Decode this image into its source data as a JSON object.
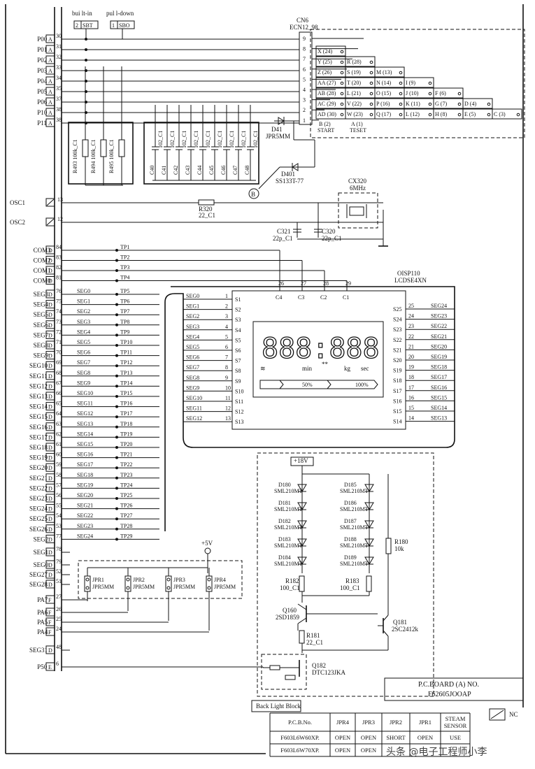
{
  "top_labels": {
    "builtin": "bui lt-in",
    "pulldown": "pul l-down",
    "sbt_num": "2",
    "sbt": "SBT",
    "sbo_num": "1",
    "sbo": "SBO"
  },
  "connector": {
    "name": "CN6",
    "part": "ECN12_98",
    "pins": [
      "9",
      "8",
      "7",
      "6",
      "5",
      "4",
      "3",
      "2",
      "1"
    ]
  },
  "keys": [
    [
      "X (24)"
    ],
    [
      "Y (25)",
      "R (28)"
    ],
    [
      "Z (26)",
      "S (19)",
      "M (13)"
    ],
    [
      "AA (27)",
      "T (20)",
      "N (14)",
      "I (9)"
    ],
    [
      "AB (28)",
      "L (21)",
      "O (15)",
      "J (10)",
      "F (6)"
    ],
    [
      "AC (29)",
      "V (22)",
      "P (16)",
      "K (11)",
      "G (7)",
      "D (4)"
    ],
    [
      "AD (30)",
      "W (23)",
      "Q (17)",
      "L (12)",
      "H (8)",
      "E (5)",
      "C (3)"
    ]
  ],
  "bottom_keys": [
    {
      "label": "B (2)",
      "name": "START"
    },
    {
      "label": "A (1)",
      "name": "TESET"
    }
  ],
  "p_ports": [
    {
      "name": "P00",
      "type": "A",
      "pin": "30"
    },
    {
      "name": "P01",
      "type": "A",
      "pin": "31"
    },
    {
      "name": "P02",
      "type": "A",
      "pin": "32"
    },
    {
      "name": "P03",
      "type": "A",
      "pin": "33"
    },
    {
      "name": "P04",
      "type": "A",
      "pin": "34"
    },
    {
      "name": "P05",
      "type": "A",
      "pin": "35"
    },
    {
      "name": "P06",
      "type": "A",
      "pin": "37"
    },
    {
      "name": "P10",
      "type": "A",
      "pin": "38"
    },
    {
      "name": "P11",
      "type": "A",
      "pin": "38"
    }
  ],
  "resistors_r49": [
    "R493 100k_C1",
    "R494 100k_C1",
    "R495 100k_C1"
  ],
  "caps": [
    "C40",
    "C41",
    "C42",
    "C43",
    "C44",
    "C45",
    "C46",
    "C47",
    "C48"
  ],
  "cap_value": "102_C1",
  "d41": {
    "name": "D41",
    "part": "JPR5MM"
  },
  "d401": {
    "name": "D401",
    "part": "SS133T-77"
  },
  "node_b": "B",
  "osc": [
    {
      "name": "OSC1",
      "pin": "13"
    },
    {
      "name": "OSC2",
      "pin": "12"
    }
  ],
  "r320": {
    "name": "R320",
    "value": "22_C1"
  },
  "cx320": {
    "name": "CX320",
    "value": "6MHz"
  },
  "c321": {
    "name": "C321",
    "value": "22p_C1"
  },
  "c320": {
    "name": "C320",
    "value": "22p_C1"
  },
  "com": [
    {
      "name": "COM3",
      "type": "D",
      "pin": "84",
      "tp": "TP1"
    },
    {
      "name": "COM2",
      "type": "D",
      "pin": "83",
      "tp": "TP2"
    },
    {
      "name": "COM1",
      "type": "D",
      "pin": "82",
      "tp": "TP3"
    },
    {
      "name": "COM0",
      "type": "D",
      "pin": "81",
      "tp": "TP4"
    }
  ],
  "lcd": {
    "name": "OISP110",
    "part": "LCDSE4XN",
    "c_pins": [
      {
        "pin": "26",
        "label": "C4"
      },
      {
        "pin": "27",
        "label": "C3"
      },
      {
        "pin": "28",
        "label": "C2"
      },
      {
        "pin": "29",
        "label": "C1"
      }
    ],
    "digits": "888:888",
    "icons": [
      "min",
      "kg",
      "sec"
    ],
    "bar": [
      "50%",
      "100%"
    ]
  },
  "seg_rows": [
    {
      "ext": "SEG3",
      "pin": "76",
      "seg": "SEG0",
      "tp": "TP5"
    },
    {
      "ext": "SEG4",
      "pin": "75",
      "seg": "SEG1",
      "tp": "TP6"
    },
    {
      "ext": "SEG5",
      "pin": "74",
      "seg": "SEG2",
      "tp": "TP7"
    },
    {
      "ext": "SEG6",
      "pin": "73",
      "seg": "SEG3",
      "tp": "TP8"
    },
    {
      "ext": "SEG7",
      "pin": "72",
      "seg": "SEG4",
      "tp": "TP9"
    },
    {
      "ext": "SEG8",
      "pin": "71",
      "seg": "SEG5",
      "tp": "TP10"
    },
    {
      "ext": "SEG9",
      "pin": "70",
      "seg": "SEG6",
      "tp": "TP11"
    },
    {
      "ext": "SEG10",
      "pin": "69",
      "seg": "SEG7",
      "tp": "TP12"
    },
    {
      "ext": "SEG11",
      "pin": "68",
      "seg": "SEG8",
      "tp": "TP13"
    },
    {
      "ext": "SEG12",
      "pin": "67",
      "seg": "SEG9",
      "tp": "TP14"
    },
    {
      "ext": "SEG13",
      "pin": "66",
      "seg": "SEG10",
      "tp": "TP15"
    },
    {
      "ext": "SEG14",
      "pin": "65",
      "seg": "SEG11",
      "tp": "TP16"
    },
    {
      "ext": "SEG15",
      "pin": "64",
      "seg": "SEG12",
      "tp": "TP17"
    },
    {
      "ext": "SEG16",
      "pin": "63",
      "seg": "SEG13",
      "tp": "TP18"
    },
    {
      "ext": "SEG17",
      "pin": "62",
      "seg": "SEG14",
      "tp": "TP19"
    },
    {
      "ext": "SEG18",
      "pin": "61",
      "seg": "SEG15",
      "tp": "TP20"
    },
    {
      "ext": "SEG19",
      "pin": "60",
      "seg": "SEG16",
      "tp": "TP21"
    },
    {
      "ext": "SEG20",
      "pin": "59",
      "seg": "SEG17",
      "tp": "TP22"
    },
    {
      "ext": "SEG21",
      "pin": "58",
      "seg": "SEG18",
      "tp": "TP23"
    },
    {
      "ext": "SEG22",
      "pin": "57",
      "seg": "SEG19",
      "tp": "TP24"
    },
    {
      "ext": "SEG23",
      "pin": "56",
      "seg": "SEG20",
      "tp": "TP25"
    },
    {
      "ext": "SEG24",
      "pin": "55",
      "seg": "SEG21",
      "tp": "TP26"
    },
    {
      "ext": "SEG25",
      "pin": "54",
      "seg": "SEG22",
      "tp": "TP27"
    },
    {
      "ext": "SEG26",
      "pin": "53",
      "seg": "SEG23",
      "tp": "TP28"
    },
    {
      "ext": "SEG2",
      "pin": "77",
      "seg": "SEG24",
      "tp": "TP29"
    }
  ],
  "lcd_left_pins": [
    {
      "seg": "SEG0",
      "s": "S1",
      "pin": "1"
    },
    {
      "seg": "SEG1",
      "s": "S2",
      "pin": "2"
    },
    {
      "seg": "SEG2",
      "s": "S3",
      "pin": "3"
    },
    {
      "seg": "SEG3",
      "s": "S4",
      "pin": "4"
    },
    {
      "seg": "SEG4",
      "s": "S5",
      "pin": "5"
    },
    {
      "seg": "SEG5",
      "s": "S6",
      "pin": "6"
    },
    {
      "seg": "SEG6",
      "s": "S7",
      "pin": "7"
    },
    {
      "seg": "SEG7",
      "s": "S8",
      "pin": "8"
    },
    {
      "seg": "SEG8",
      "s": "S9",
      "pin": "9"
    },
    {
      "seg": "SEG9",
      "s": "S10",
      "pin": "10"
    },
    {
      "seg": "SEG10",
      "s": "S11",
      "pin": "11"
    },
    {
      "seg": "SEG11",
      "s": "S12",
      "pin": "12"
    },
    {
      "seg": "SEG12",
      "s": "S13",
      "pin": "13"
    }
  ],
  "lcd_right_pins": [
    {
      "s": "S25",
      "pin": "25",
      "seg": "SEG24"
    },
    {
      "s": "S24",
      "pin": "24",
      "seg": "SEG23"
    },
    {
      "s": "S23",
      "pin": "23",
      "seg": "SEG22"
    },
    {
      "s": "S22",
      "pin": "22",
      "seg": "SEG21"
    },
    {
      "s": "S21",
      "pin": "21",
      "seg": "SEG20"
    },
    {
      "s": "S20",
      "pin": "20",
      "seg": "SEG19"
    },
    {
      "s": "S19",
      "pin": "19",
      "seg": "SEG18"
    },
    {
      "s": "S18",
      "pin": "18",
      "seg": "SEG17"
    },
    {
      "s": "S17",
      "pin": "17",
      "seg": "SEG16"
    },
    {
      "s": "S16",
      "pin": "16",
      "seg": "SEG15"
    },
    {
      "s": "S15",
      "pin": "15",
      "seg": "SEG14"
    },
    {
      "s": "S14",
      "pin": "14",
      "seg": "SEG13"
    }
  ],
  "lower_ports": [
    {
      "name": "SEG1",
      "type": "D",
      "pin": "78"
    },
    {
      "name": "SEG0",
      "type": "D",
      "pin": "79"
    },
    {
      "name": "SEG27",
      "type": "D",
      "pin": "52"
    },
    {
      "name": "SEG28",
      "type": "D",
      "pin": "51"
    },
    {
      "name": "PA7",
      "type": "F",
      "pin": "27"
    },
    {
      "name": "PA6",
      "type": "F",
      "pin": "26"
    },
    {
      "name": "PA5",
      "type": "F",
      "pin": "25"
    },
    {
      "name": "PA4",
      "type": "F",
      "pin": "24"
    },
    {
      "name": "SEG31",
      "type": "D",
      "pin": "48"
    },
    {
      "name": "P50",
      "type": "E",
      "pin": "6"
    }
  ],
  "jumpers": [
    {
      "name": "JPR1",
      "part": "JPR5MM"
    },
    {
      "name": "JPR2",
      "part": "JPR5MM"
    },
    {
      "name": "JPR3",
      "part": "JPR5MM"
    },
    {
      "name": "JPR4",
      "part": "JPR5MM"
    }
  ],
  "vcc5": "+5V",
  "vcc18": "+18V",
  "leds_left": [
    {
      "name": "D180",
      "part": "SML210MT"
    },
    {
      "name": "D181",
      "part": "SML210MT"
    },
    {
      "name": "D182",
      "part": "SML210MT"
    },
    {
      "name": "D183",
      "part": "SML210MT"
    },
    {
      "name": "D184",
      "part": "SML210MT"
    }
  ],
  "leds_right": [
    {
      "name": "D185",
      "part": "SML210MT"
    },
    {
      "name": "D186",
      "part": "SML210MT"
    },
    {
      "name": "D187",
      "part": "SML210MT"
    },
    {
      "name": "D188",
      "part": "SML210MT"
    },
    {
      "name": "D189",
      "part": "SML210MT"
    }
  ],
  "r180": {
    "name": "R180",
    "value": "10k"
  },
  "r182": {
    "name": "R182",
    "value": "100_C1"
  },
  "r183": {
    "name": "R183",
    "value": "100_C1"
  },
  "q160": {
    "name": "Q160",
    "part": "2SD1859"
  },
  "q181": {
    "name": "Q181",
    "part": "2SC2412k"
  },
  "r181": {
    "name": "R181",
    "value": "22_C1"
  },
  "q182": {
    "name": "Q182",
    "part": "DTC123JKA"
  },
  "backlight": "Back Light Block",
  "board": {
    "line1": "P.C.BOARD (A) NO.",
    "line2": "F62605JOOAP"
  },
  "nc": "NC",
  "table": {
    "headers": [
      "P.C.B.No.",
      "JPR4",
      "JPR3",
      "JPR2",
      "JPR1",
      "STEAM SENSOR"
    ],
    "rows": [
      [
        "F603L6W60XP.",
        "OPEN",
        "OPEN",
        "SHORT",
        "OPEN",
        "USE"
      ],
      [
        "F603L6W70XP.",
        "OPEN",
        "OPEN",
        "",
        "",
        ""
      ]
    ]
  },
  "watermark": "头条 @电子工程师小李"
}
